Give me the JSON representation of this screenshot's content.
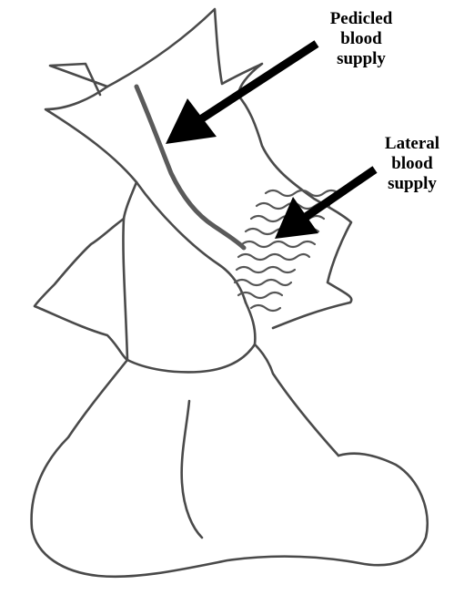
{
  "labels": {
    "pedicled": [
      "Pedicled",
      "blood",
      "supply"
    ],
    "lateral": [
      "Lateral",
      "blood",
      "supply"
    ]
  },
  "colors": {
    "outline": "#4a4a4a",
    "vessel": "#5a5a5a",
    "arrow": "#000000",
    "background": "#ffffff"
  }
}
